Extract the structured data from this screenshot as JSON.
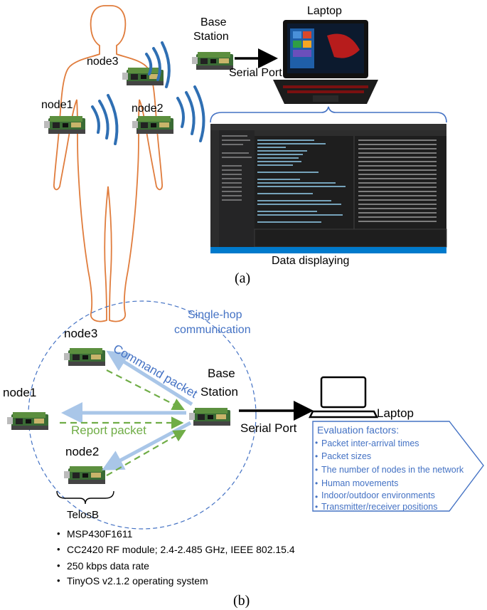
{
  "panel_a": {
    "nodes": [
      "node3",
      "node1",
      "node2"
    ],
    "base_station": [
      "Base",
      "Station"
    ],
    "laptop": "Laptop",
    "serial_port": "Serial Port",
    "data_display": "Data displaying",
    "caption": "(a)"
  },
  "panel_b": {
    "single_hop": [
      "Single-hop",
      "communication"
    ],
    "nodes": [
      "node3",
      "node1",
      "node2"
    ],
    "command_packet": "Command packet",
    "report_packet": "Report packet",
    "base_station": [
      "Base",
      "Station"
    ],
    "serial_port": "Serial Port",
    "laptop": "Laptop",
    "telosb_label": "TelosB",
    "telosb_specs": [
      "MSP430F1611",
      "CC2420 RF module; 2.4-2.485 GHz, IEEE 802.15.4",
      "250 kbps data rate",
      "TinyOS v2.1.2 operating system"
    ],
    "evaluation_title": "Evaluation factors:",
    "evaluation_factors": [
      "Packet inter-arrival times",
      "Packet sizes",
      "The number of nodes in the network",
      "Human movements",
      "Indoor/outdoor environments",
      "Transmitter/receiver positions"
    ],
    "caption": "(b)"
  },
  "colors": {
    "wave_blue": "#2f6fb3",
    "light_blue_arrow": "#a9c6e8",
    "green_dashed": "#70ad47",
    "label_blue": "#4472c4",
    "body_outline": "#e07c3c",
    "pcb_green": "#3a6b35"
  }
}
